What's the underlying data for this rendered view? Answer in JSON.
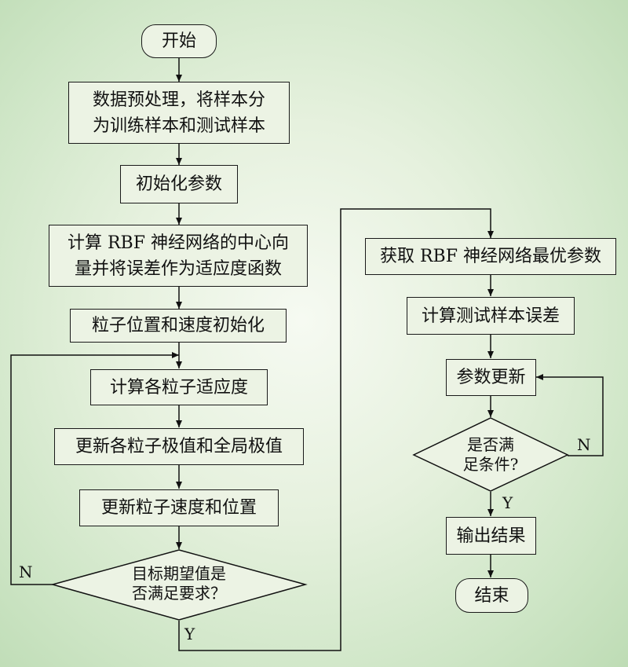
{
  "flowchart": {
    "start": "开始",
    "preprocess": [
      "数据预处理，将样本分",
      "为训练样本和测试样本"
    ],
    "init_params": "初始化参数",
    "compute_rbf": [
      "计算 RBF 神经网络的中心向",
      "量并将误差作为适应度函数"
    ],
    "particle_init": "粒子位置和速度初始化",
    "compute_fitness": "计算各粒子适应度",
    "update_extremes": "更新各粒子极值和全局极值",
    "update_velocity": "更新粒子速度和位置",
    "decision_target": [
      "目标期望值是",
      "否满足要求？"
    ],
    "get_optimal": "获取 RBF 神经网络最优参数",
    "compute_test_error": "计算测试样本误差",
    "param_update": "参数更新",
    "decision_condition": [
      "是否满",
      "足条件?"
    ],
    "output_result": "输出结果",
    "end": "结束",
    "yes": "Y",
    "no": "N"
  }
}
